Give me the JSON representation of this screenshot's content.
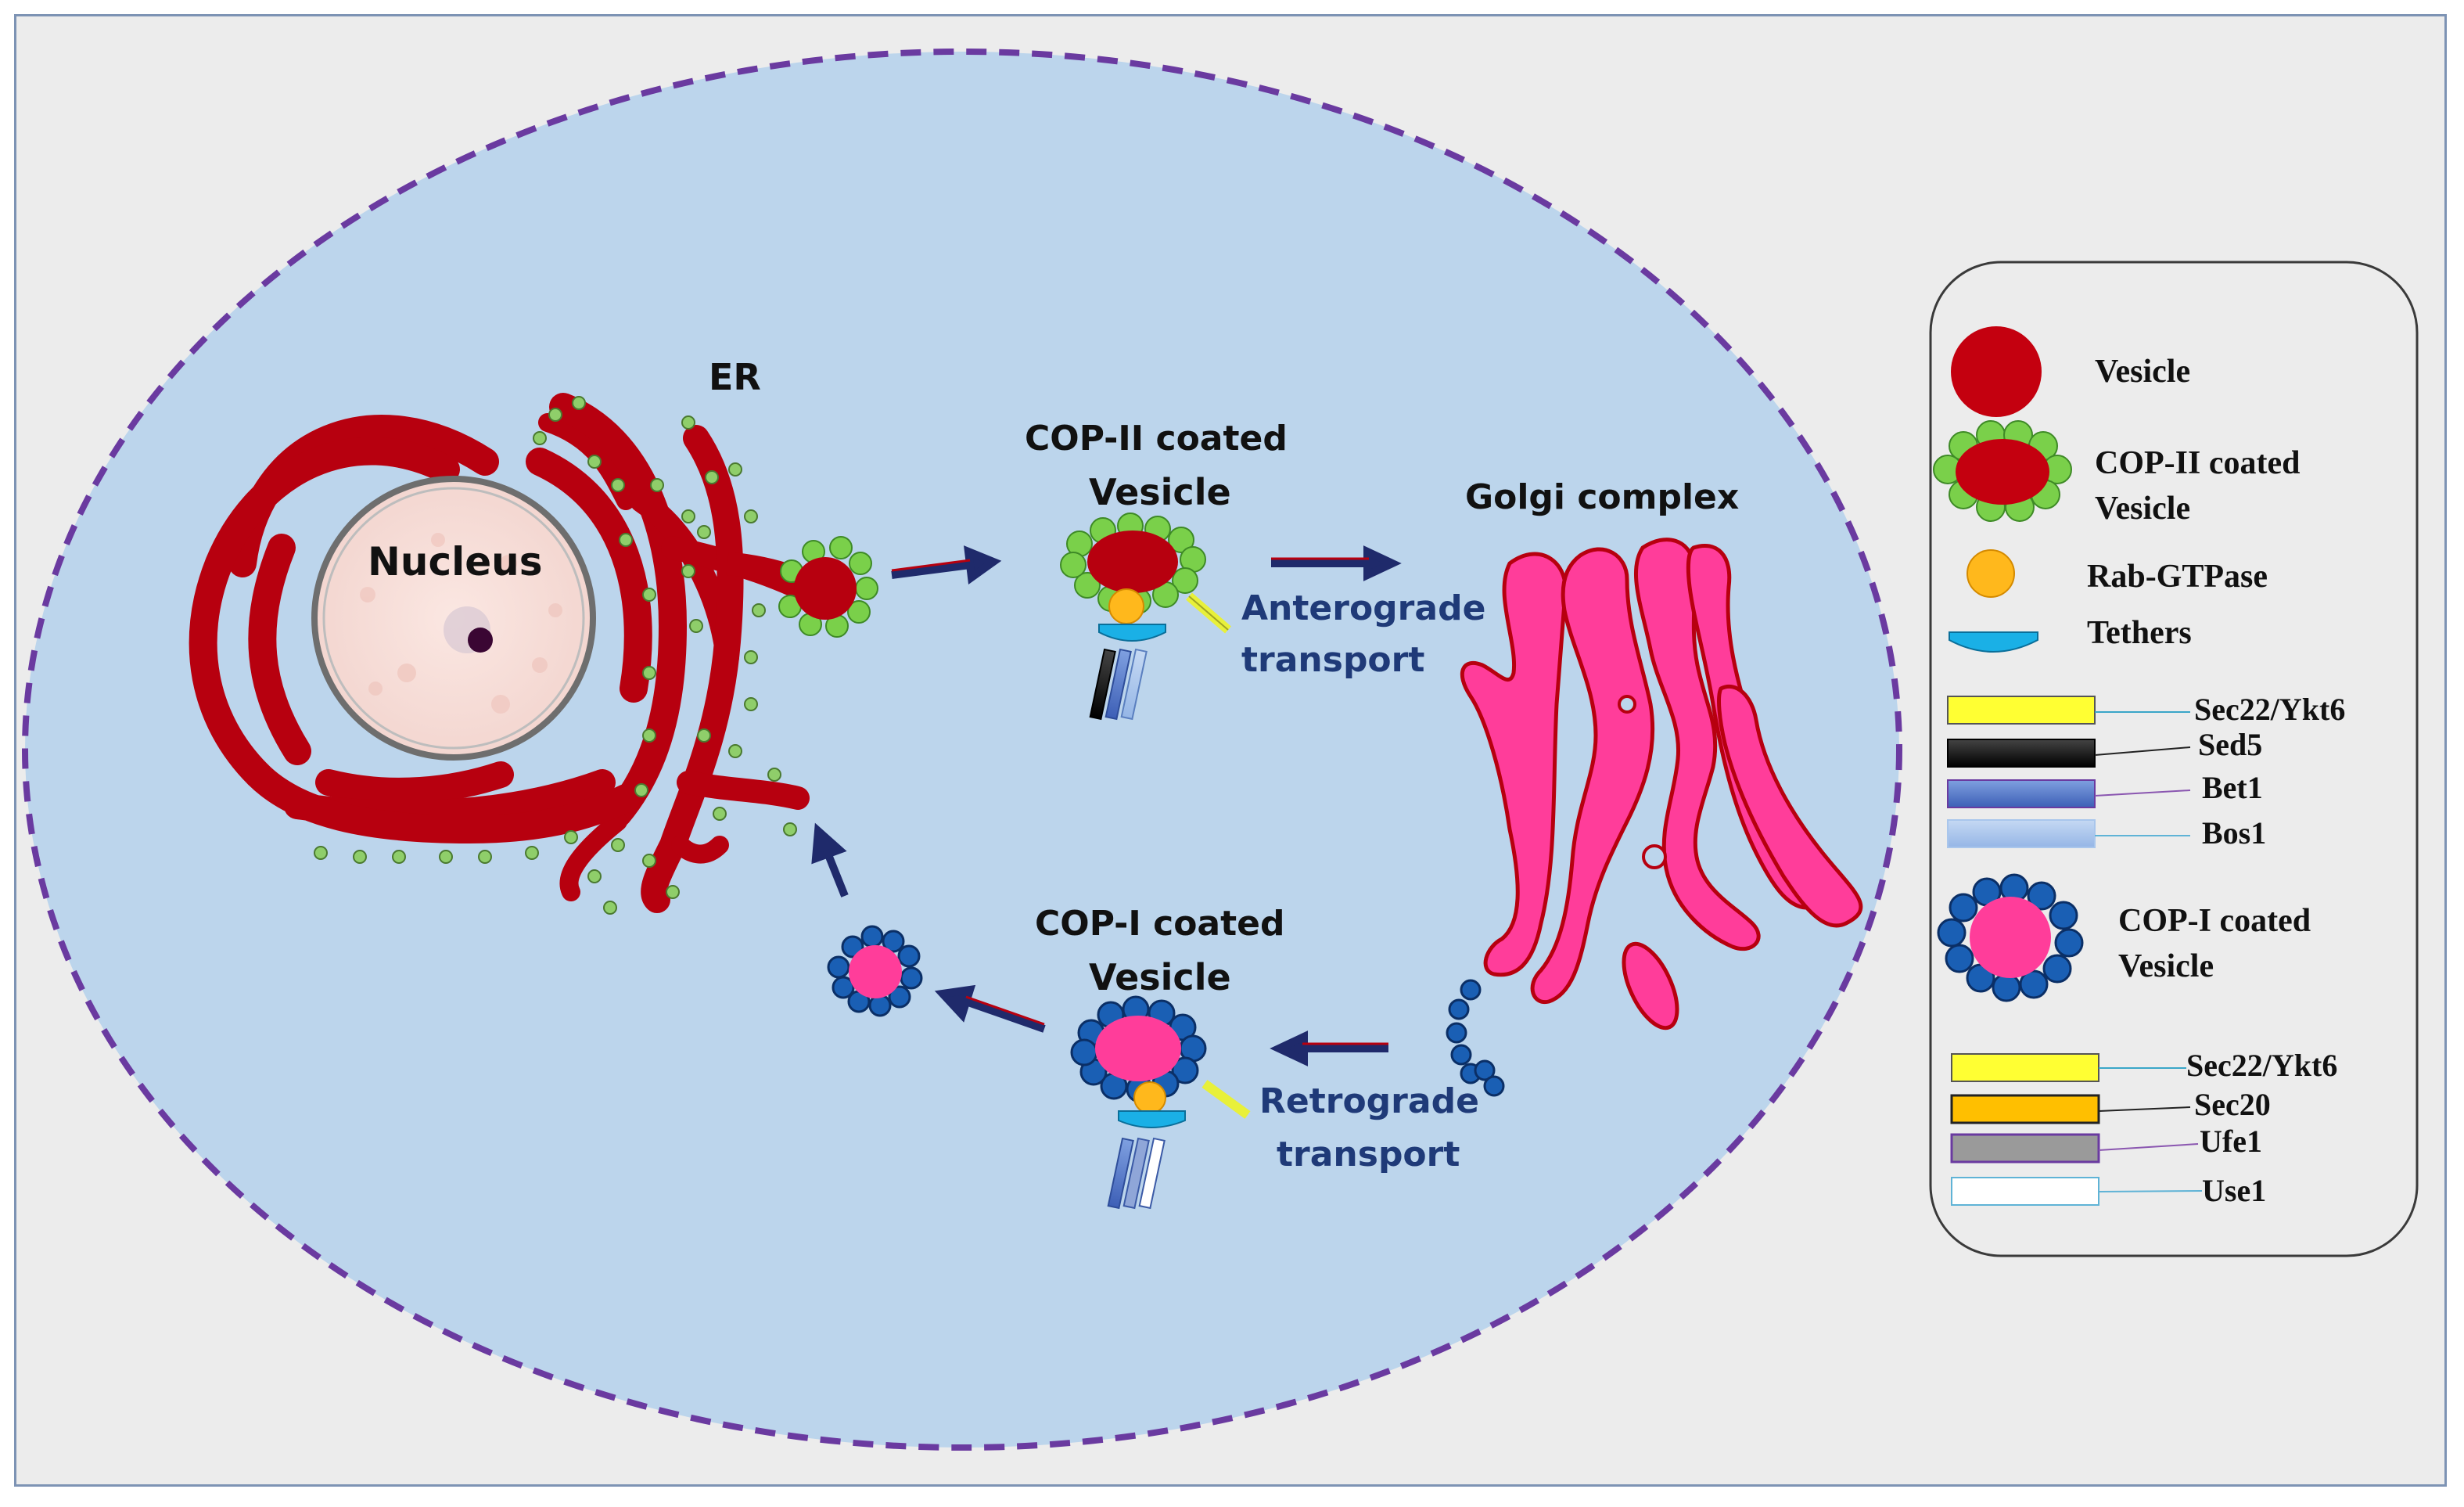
{
  "labels": {
    "er": "ER",
    "nucleus": "Nucleus",
    "copii_title": "COP-II coated",
    "copii_vesicle": "Vesicle",
    "anterograde_1": "Anterograde",
    "anterograde_2": "transport",
    "golgi": "Golgi complex",
    "copi_title": "COP-I coated",
    "copi_vesicle": "Vesicle",
    "retrograde_1": "Retrograde",
    "retrograde_2": "transport"
  },
  "legend": {
    "vesicle": "Vesicle",
    "copii_1": "COP-II coated",
    "copii_2": "Vesicle",
    "rab": "Rab-GTPase",
    "tethers": "Tethers",
    "anterograde_snares": [
      {
        "label": "Sec22/Ykt6",
        "color": "#ffff33"
      },
      {
        "label": "Sed5",
        "color": "#000000"
      },
      {
        "label": "Bet1",
        "color": "#5b7fcf"
      },
      {
        "label": "Bos1",
        "color": "#a9c6ec"
      }
    ],
    "copi_1": "COP-I coated",
    "copi_2": "Vesicle",
    "retrograde_snares": [
      {
        "label": "Sec22/Ykt6",
        "color": "#ffff33"
      },
      {
        "label": "Sec20",
        "color": "#ffbf00"
      },
      {
        "label": "Ufe1",
        "color": "#9a9a9a"
      },
      {
        "label": "Use1",
        "color": "#ffffff"
      }
    ]
  },
  "colors": {
    "background": "#ececec",
    "cell": "#bcd5ec",
    "cell_border": "#6a3aa0",
    "er": "#b7000f",
    "golgi": "#ff3d9a",
    "copii_coat": "#7ad04a",
    "copi_coat": "#1a5fb4",
    "rab": "#ffb81c",
    "tether": "#1ab0e6",
    "arrow": "#1f2a6b",
    "label_blue": "#1f3a78"
  }
}
